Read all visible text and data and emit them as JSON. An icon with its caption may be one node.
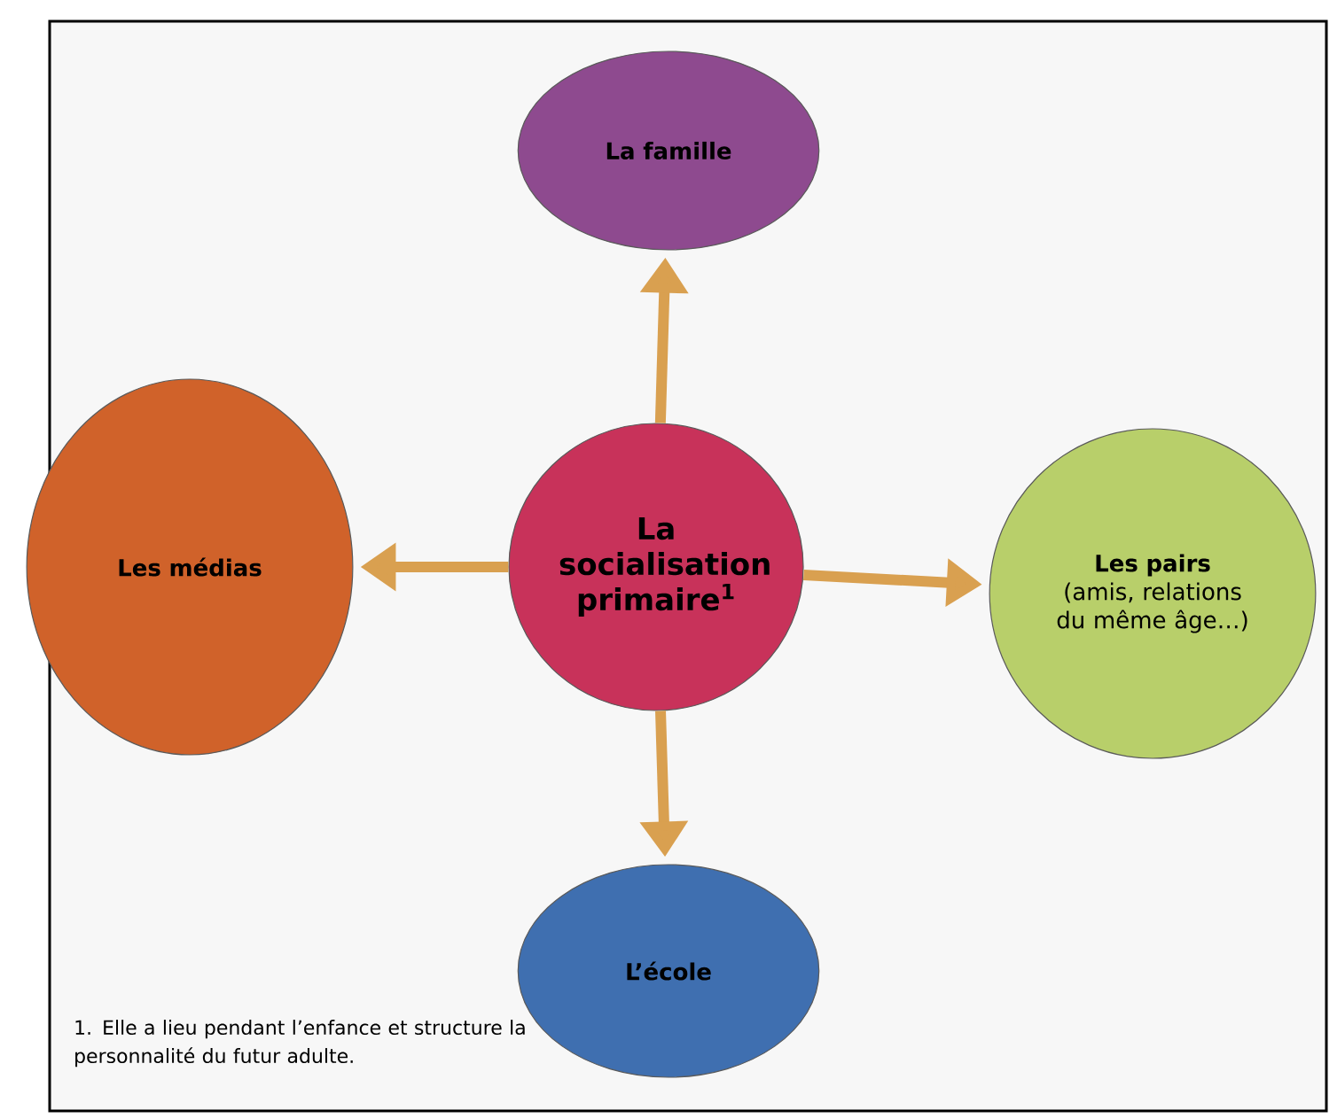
{
  "diagram": {
    "nodes": [
      {
        "text": [
          "La socialisation primaire$^{1}$"
        ]
      },
      {
        "text": [
          "La famille"
        ]
      },
      {
        "text": [
          "Les médias"
        ]
      },
      {
        "text": [
          "Les pairs",
          "(amis, relations du même âge…)"
        ]
      },
      {
        "text": [
          "L’école"
        ]
      }
    ],
    "edges": [
      {
        "from": 0,
        "to": 1,
        "arrow": "to"
      },
      {
        "from": 0,
        "to": 2,
        "arrow": "to"
      },
      {
        "from": 0,
        "to": 3,
        "arrow": "to"
      },
      {
        "from": 0,
        "to": 4,
        "arrow": "to"
      }
    ],
    "labels": [
      "1. Elle a lieu pendant l’enfance et structure la personnalité du futur adulte."
    ]
  }
}
